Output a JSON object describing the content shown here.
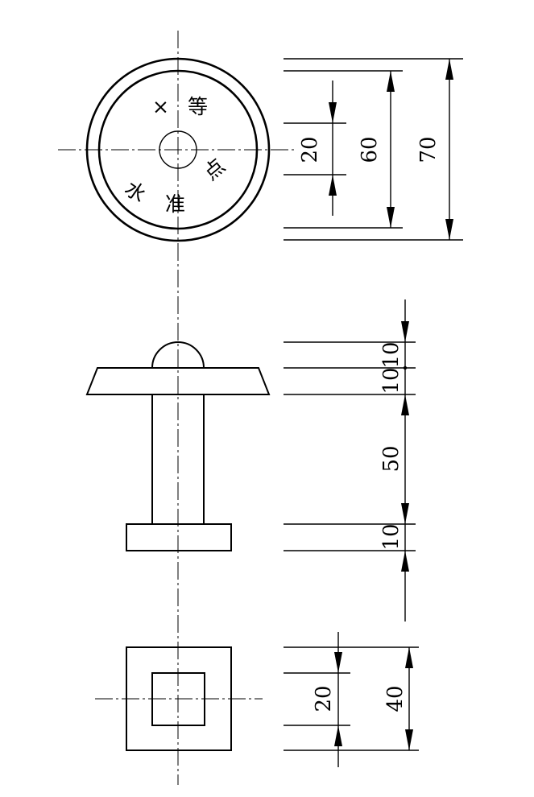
{
  "plan_view": {
    "mark_text": {
      "cross": "×",
      "grade": "等",
      "water": "水",
      "level": "准",
      "point": "点"
    },
    "dimensions": {
      "inner_hole": "20",
      "inner_ring": "60",
      "outer_diameter": "70"
    }
  },
  "elevation_view": {
    "dimensions": {
      "cap_height": "10",
      "disc_height": "10",
      "stem_length": "50",
      "base_height": "10"
    }
  },
  "bottom_view": {
    "dimensions": {
      "inner_square": "20",
      "outer_square": "40"
    }
  }
}
